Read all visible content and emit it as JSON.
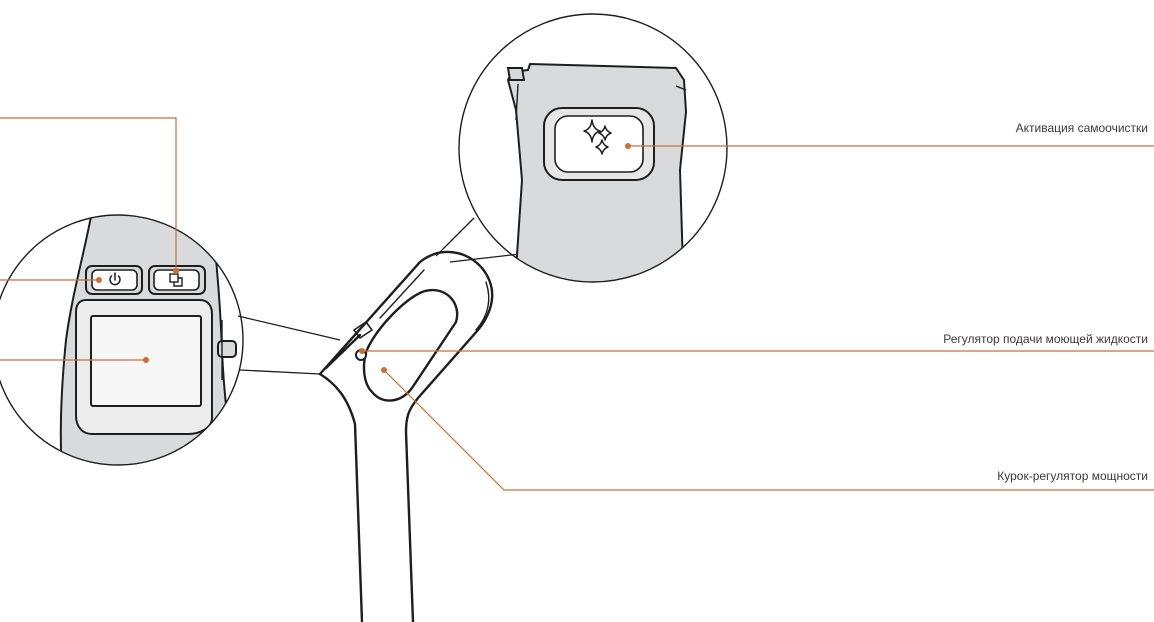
{
  "callouts": {
    "self_cleaning": "Активация самоочистки",
    "fluid_regulator": "Регулятор подачи моющей жидкости",
    "power_trigger": "Курок-регулятор мощности"
  },
  "colors": {
    "leader": "#c8703a",
    "outline": "#1e1e1e",
    "body_fill": "#d9dadb",
    "panel_fill": "#ececec",
    "screen_fill": "#f7f7f7"
  },
  "icons": {
    "power_button": "power-icon",
    "mode_button": "layers-icon",
    "self_clean_button": "sparkle-icon"
  }
}
